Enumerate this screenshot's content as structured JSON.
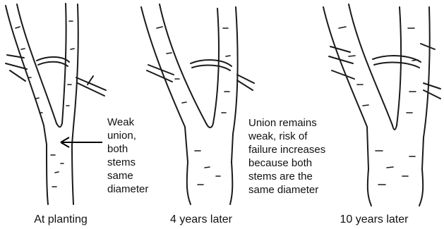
{
  "notes": {
    "weak_union": "Weak\nunion,\nboth\nstems\nsame\ndiameter",
    "union_remains": "Union remains\nweak, risk of\nfailure increases\nbecause both\nstems are the\nsame diameter"
  },
  "captions": {
    "at_planting": "At planting",
    "four_years": "4 years later",
    "ten_years": "10 years later"
  },
  "colors": {
    "ink": "#1a1a1a",
    "background": "#ffffff"
  }
}
